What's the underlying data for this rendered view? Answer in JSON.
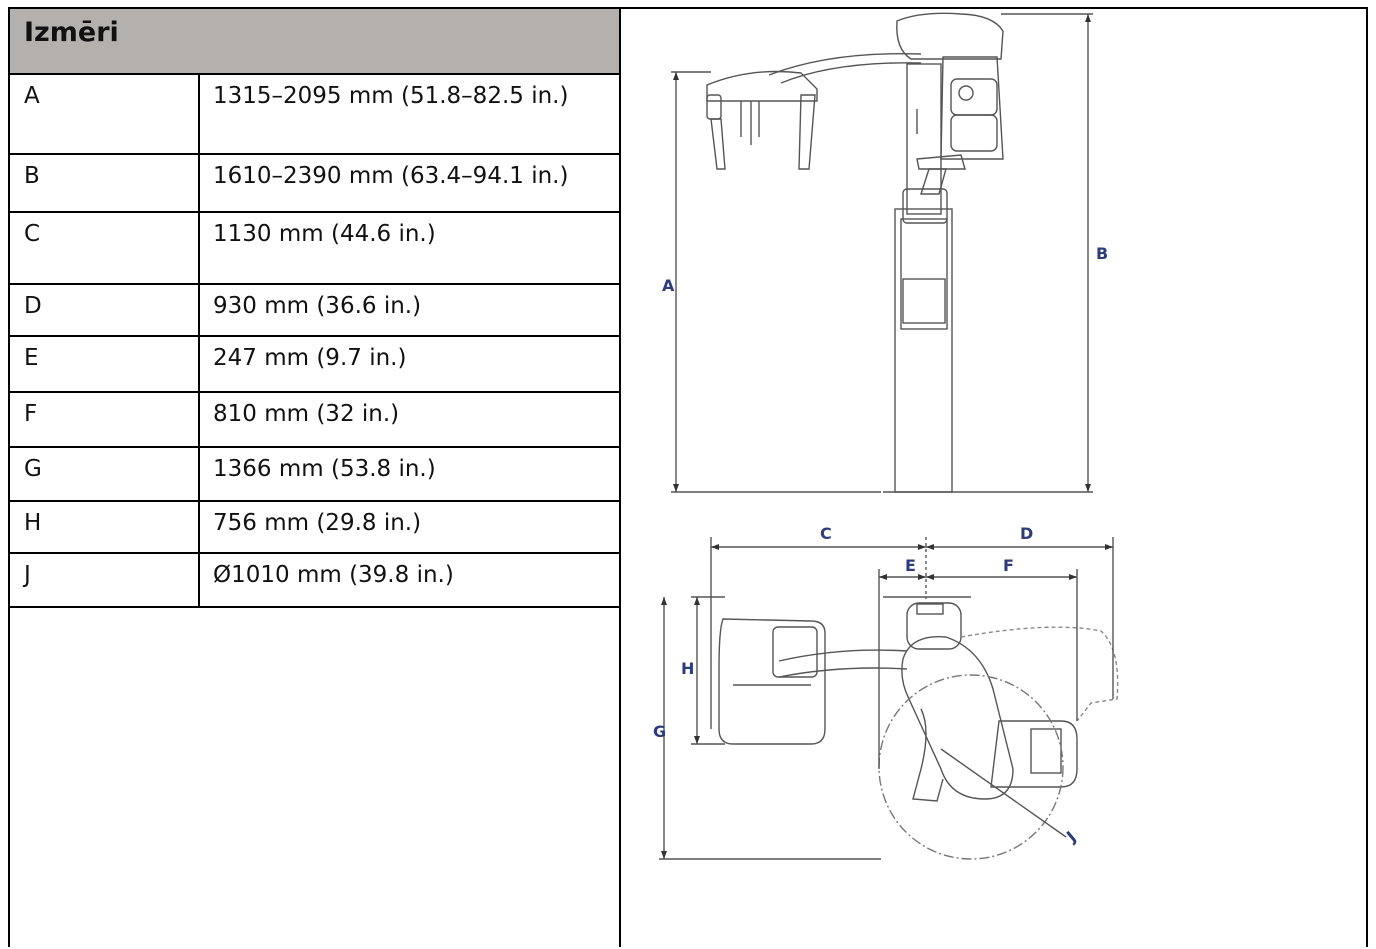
{
  "table": {
    "title": "Izmēri",
    "rows": [
      {
        "label": "A",
        "value": "1315–2095 mm (51.8–82.5 in.)"
      },
      {
        "label": "B",
        "value": "1610–2390 mm (63.4–94.1 in.)"
      },
      {
        "label": "C",
        "value": "1130 mm (44.6 in.)"
      },
      {
        "label": "D",
        "value": "930 mm (36.6 in.)"
      },
      {
        "label": "E",
        "value": "247 mm (9.7 in.)"
      },
      {
        "label": "F",
        "value": "810 mm (32 in.)"
      },
      {
        "label": "G",
        "value": "1366 mm (53.8 in.)"
      },
      {
        "label": "H",
        "value": "756 mm (29.8 in.)"
      },
      {
        "label": "J",
        "value": "Ø1010 mm (39.8 in.)"
      }
    ]
  },
  "diagram": {
    "labels": {
      "a": "A",
      "b": "B",
      "c": "C",
      "d": "D",
      "e": "E",
      "f": "F",
      "g": "G",
      "h": "H",
      "j": "J"
    },
    "line_color": "#555555",
    "label_color": "#2d3c7a"
  }
}
